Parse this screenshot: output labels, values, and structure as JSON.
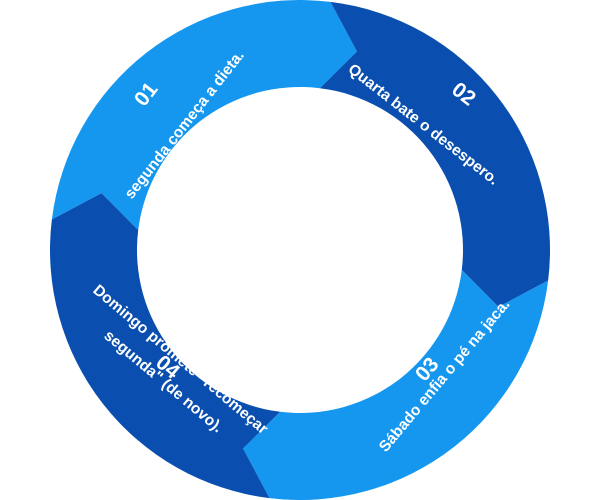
{
  "segments": [
    {
      "number": "01",
      "lines": [
        "segunda começa a dieta."
      ],
      "color": "#1597f0"
    },
    {
      "number": "02",
      "lines": [
        "Quarta bate o desespero."
      ],
      "color": "#0a4fb0"
    },
    {
      "number": "03",
      "lines": [
        "Sábado enfia o pé na jaca."
      ],
      "color": "#1597f0"
    },
    {
      "number": "04",
      "lines": [
        "Domingo promete \"recomeçar",
        "segunda\" (de novo)."
      ],
      "color": "#0a4fb0"
    }
  ],
  "background": "#ffffff"
}
